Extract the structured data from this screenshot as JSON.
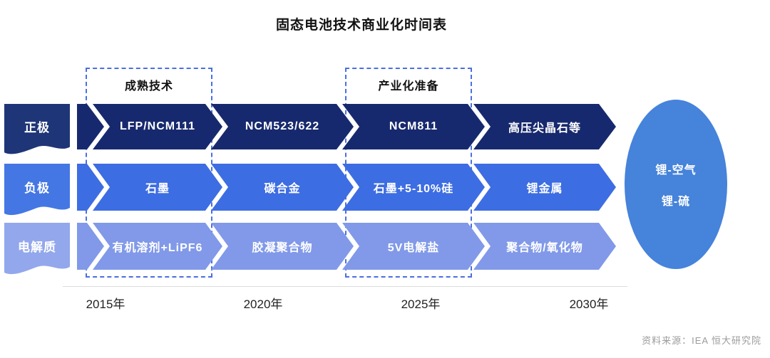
{
  "title": "固态电池技术商业化时间表",
  "phases": [
    {
      "label": "成熟技术"
    },
    {
      "label": "产业化准备"
    }
  ],
  "rows": [
    {
      "label": "正极",
      "items": [
        "LFP/NCM111",
        "NCM523/622",
        "NCM811",
        "高压尖晶石等"
      ]
    },
    {
      "label": "负极",
      "items": [
        "石墨",
        "碳合金",
        "石墨+5-10%硅",
        "锂金属"
      ]
    },
    {
      "label": "电解质",
      "items": [
        "有机溶剂+LiPF6",
        "胶凝聚合物",
        "5V电解盐",
        "聚合物/氧化物"
      ]
    }
  ],
  "future_cell": {
    "items": [
      "锂-空气",
      "锂-硫"
    ]
  },
  "timeline": {
    "years": [
      "2015年",
      "2020年",
      "2025年",
      "2030年"
    ]
  },
  "source": "资料来源：IEA 恒大研究院",
  "colors": {
    "cathode_row": "#17296e",
    "anode_row": "#3d6de2",
    "electrolyte_row": "#8199e8",
    "future_ellipse": "#4683da",
    "dashed_border": "#4a6fe0"
  }
}
